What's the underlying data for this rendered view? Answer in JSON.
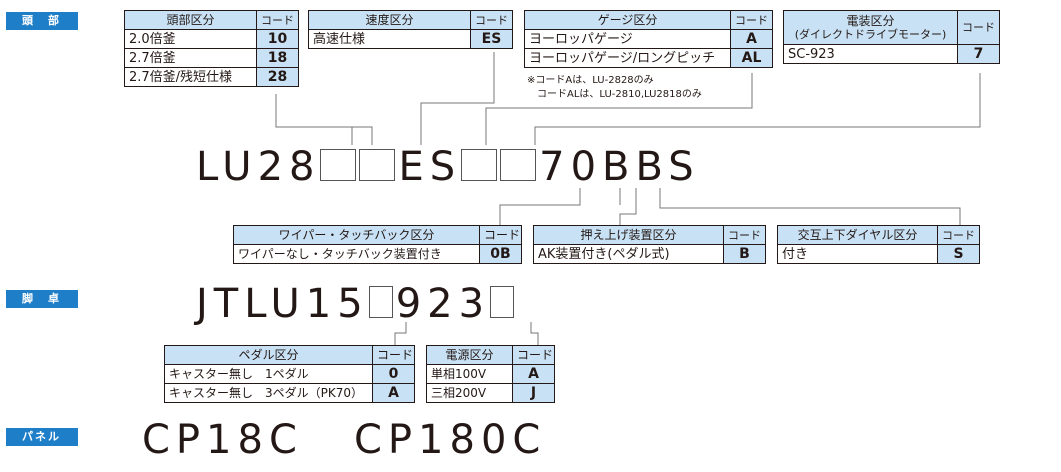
{
  "sections": {
    "head": "頭　部",
    "leg": "脚　卓",
    "panel": "パネル"
  },
  "head_type": {
    "header": "頭部区分",
    "code_header": "コード",
    "rows": [
      {
        "label": "2.0倍釜",
        "code": "10"
      },
      {
        "label": "2.7倍釜",
        "code": "18"
      },
      {
        "label": "2.7倍釜/残短仕様",
        "code": "28"
      }
    ]
  },
  "speed": {
    "header": "速度区分",
    "code_header": "コード",
    "rows": [
      {
        "label": "高速仕様",
        "code": "ES"
      }
    ]
  },
  "gauge": {
    "header": "ゲージ区分",
    "code_header": "コード",
    "rows": [
      {
        "label": "ヨーロッパゲージ",
        "code": "A"
      },
      {
        "label": "ヨーロッパゲージ/ロングピッチ",
        "code": "AL"
      }
    ],
    "note_1": "※コードAは、LU-2828のみ",
    "note_2": "コードALは、LU-2810,LU2818のみ"
  },
  "motor": {
    "header_1": "電装区分",
    "header_2": "(ダイレクトドライブモーター)",
    "code_header": "コード",
    "rows": [
      {
        "label": "SC-923",
        "code": "7"
      }
    ]
  },
  "model_head": {
    "part_1": "LU28",
    "part_2": "ES",
    "part_3": "70BBS"
  },
  "wiper": {
    "header": "ワイパー・タッチバック区分",
    "code_header": "コード",
    "rows": [
      {
        "label": "ワイパーなし・タッチバック装置付き",
        "code": "0B"
      }
    ]
  },
  "lifter": {
    "header": "押え上げ装置区分",
    "code_header": "コード",
    "rows": [
      {
        "label": "AK装置付き(ペダル式)",
        "code": "B"
      }
    ]
  },
  "dial": {
    "header": "交互上下ダイヤル区分",
    "code_header": "コード",
    "rows": [
      {
        "label": "付き",
        "code": "S"
      }
    ]
  },
  "model_leg": {
    "part_1": "JTLU15",
    "part_2": "923"
  },
  "pedal": {
    "header": "ペダル区分",
    "code_header": "コード",
    "rows": [
      {
        "label": "キャスター無し　1ペダル",
        "code": "0"
      },
      {
        "label": "キャスター無し　3ペダル（PK70）",
        "code": "A"
      }
    ]
  },
  "power": {
    "header": "電源区分",
    "code_header": "コード",
    "rows": [
      {
        "label": "単相100V",
        "code": "A"
      },
      {
        "label": "三相200V",
        "code": "J"
      }
    ]
  },
  "model_panel": {
    "model_1": "CP18C",
    "model_2": "CP180C"
  }
}
